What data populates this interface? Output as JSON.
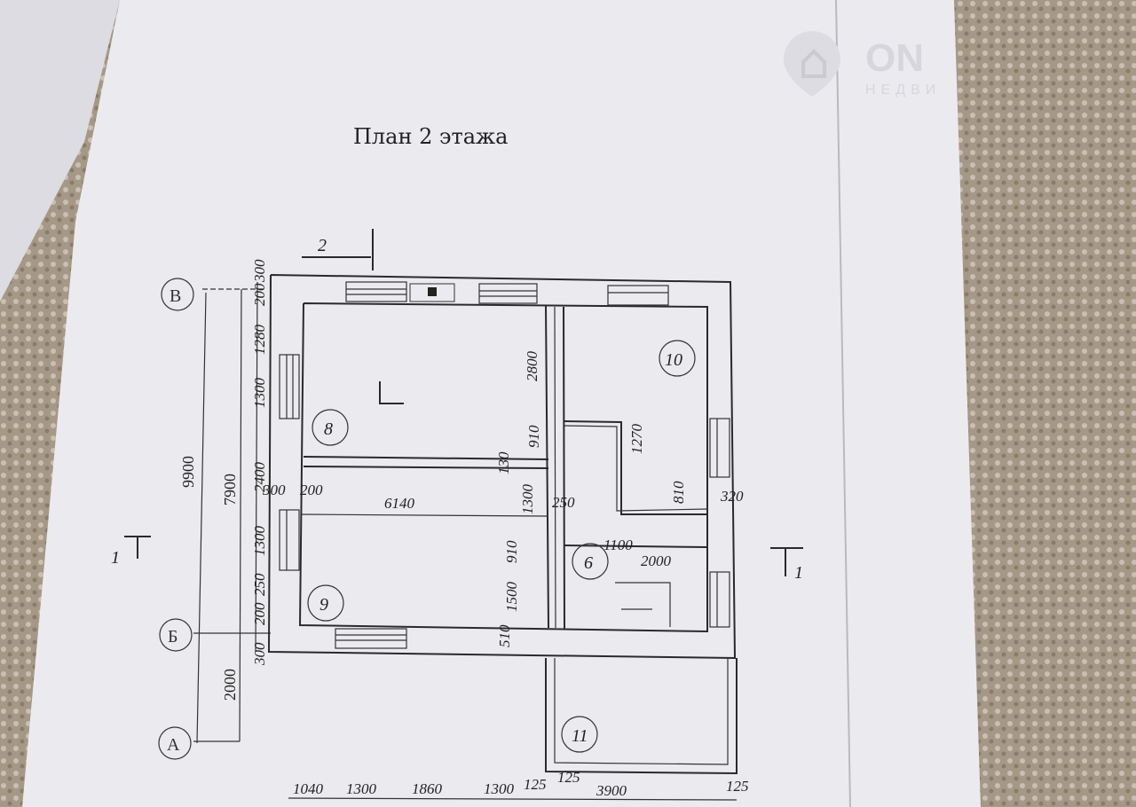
{
  "document": {
    "title": "План   2   этажа",
    "watermark": {
      "brand": "ON",
      "subtitle": "НЕДВИ"
    },
    "section_marks": {
      "top": "2",
      "left": "1",
      "right": "1"
    },
    "axes": [
      "В",
      "Б",
      "А"
    ],
    "rooms": [
      "8",
      "9",
      "10",
      "6",
      "11"
    ],
    "dimensions": {
      "left_total": "9900",
      "left_sub": "7900",
      "left_bottom": "2000",
      "left_chain": [
        "300",
        "200",
        "1280",
        "1300",
        "2400",
        "1300",
        "250",
        "200",
        "300"
      ],
      "inner": [
        "300",
        "200",
        "6140",
        "130",
        "1300",
        "2800",
        "910",
        "910",
        "1500",
        "510",
        "1270",
        "810",
        "250",
        "320",
        "1100",
        "2000"
      ],
      "bottom_chain": [
        "1040",
        "1300",
        "1860",
        "1300",
        "125",
        "125",
        "3900",
        "125"
      ]
    },
    "colors": {
      "paper": "#ececef",
      "carpet": "#a59886",
      "ink": "#2a2a2a"
    }
  }
}
